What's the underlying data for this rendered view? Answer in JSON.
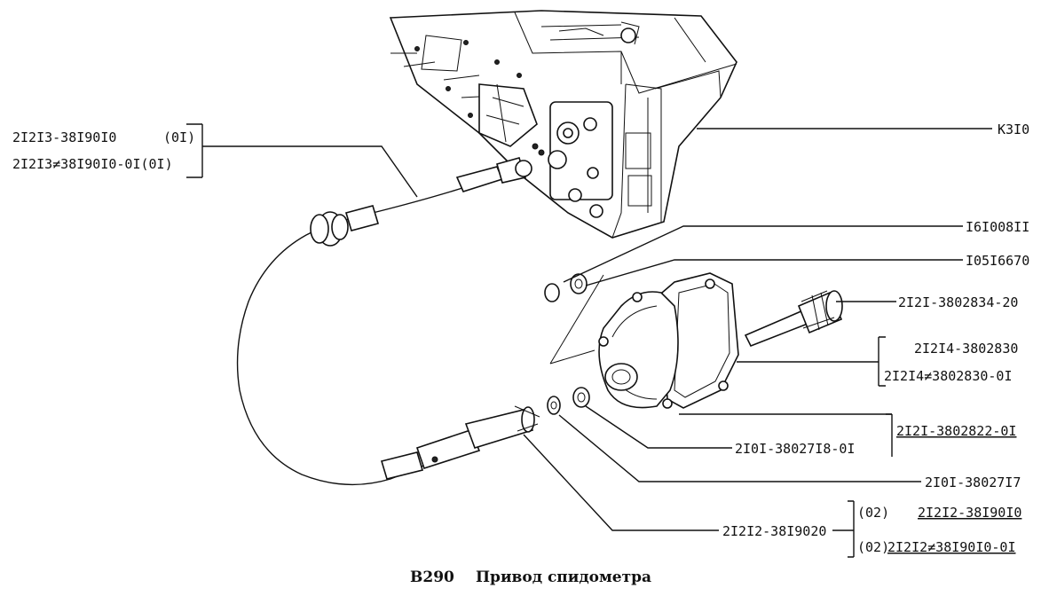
{
  "labels": {
    "cable_main": "2I2I3-38I90I0",
    "cable_main_code": "(0I)",
    "cable_alt": "2I2I3≠38I90I0-0I(0I)",
    "kzo": "К3I0",
    "washer_a": "I6I008II",
    "washer_b": "I05I6670",
    "gear_shaft": "2I2I-3802834-20",
    "housing_main": "2I2I4-3802830",
    "housing_alt": "2I2I4≠3802830-0I",
    "assembly": "2I2I-3802822-0I",
    "seal_a": "2I0I-38027I8-0I",
    "seal_b": "2I0I-38027I7",
    "cable_part": "2I2I2-38I9020",
    "variant_code_1": "(02)",
    "variant_1": "2I2I2-38I90I0",
    "variant_code_2": "(02)",
    "variant_2": "2I2I2≠38I90I0-0I"
  },
  "title": {
    "code": "B290",
    "text": "Привод спидометра"
  }
}
